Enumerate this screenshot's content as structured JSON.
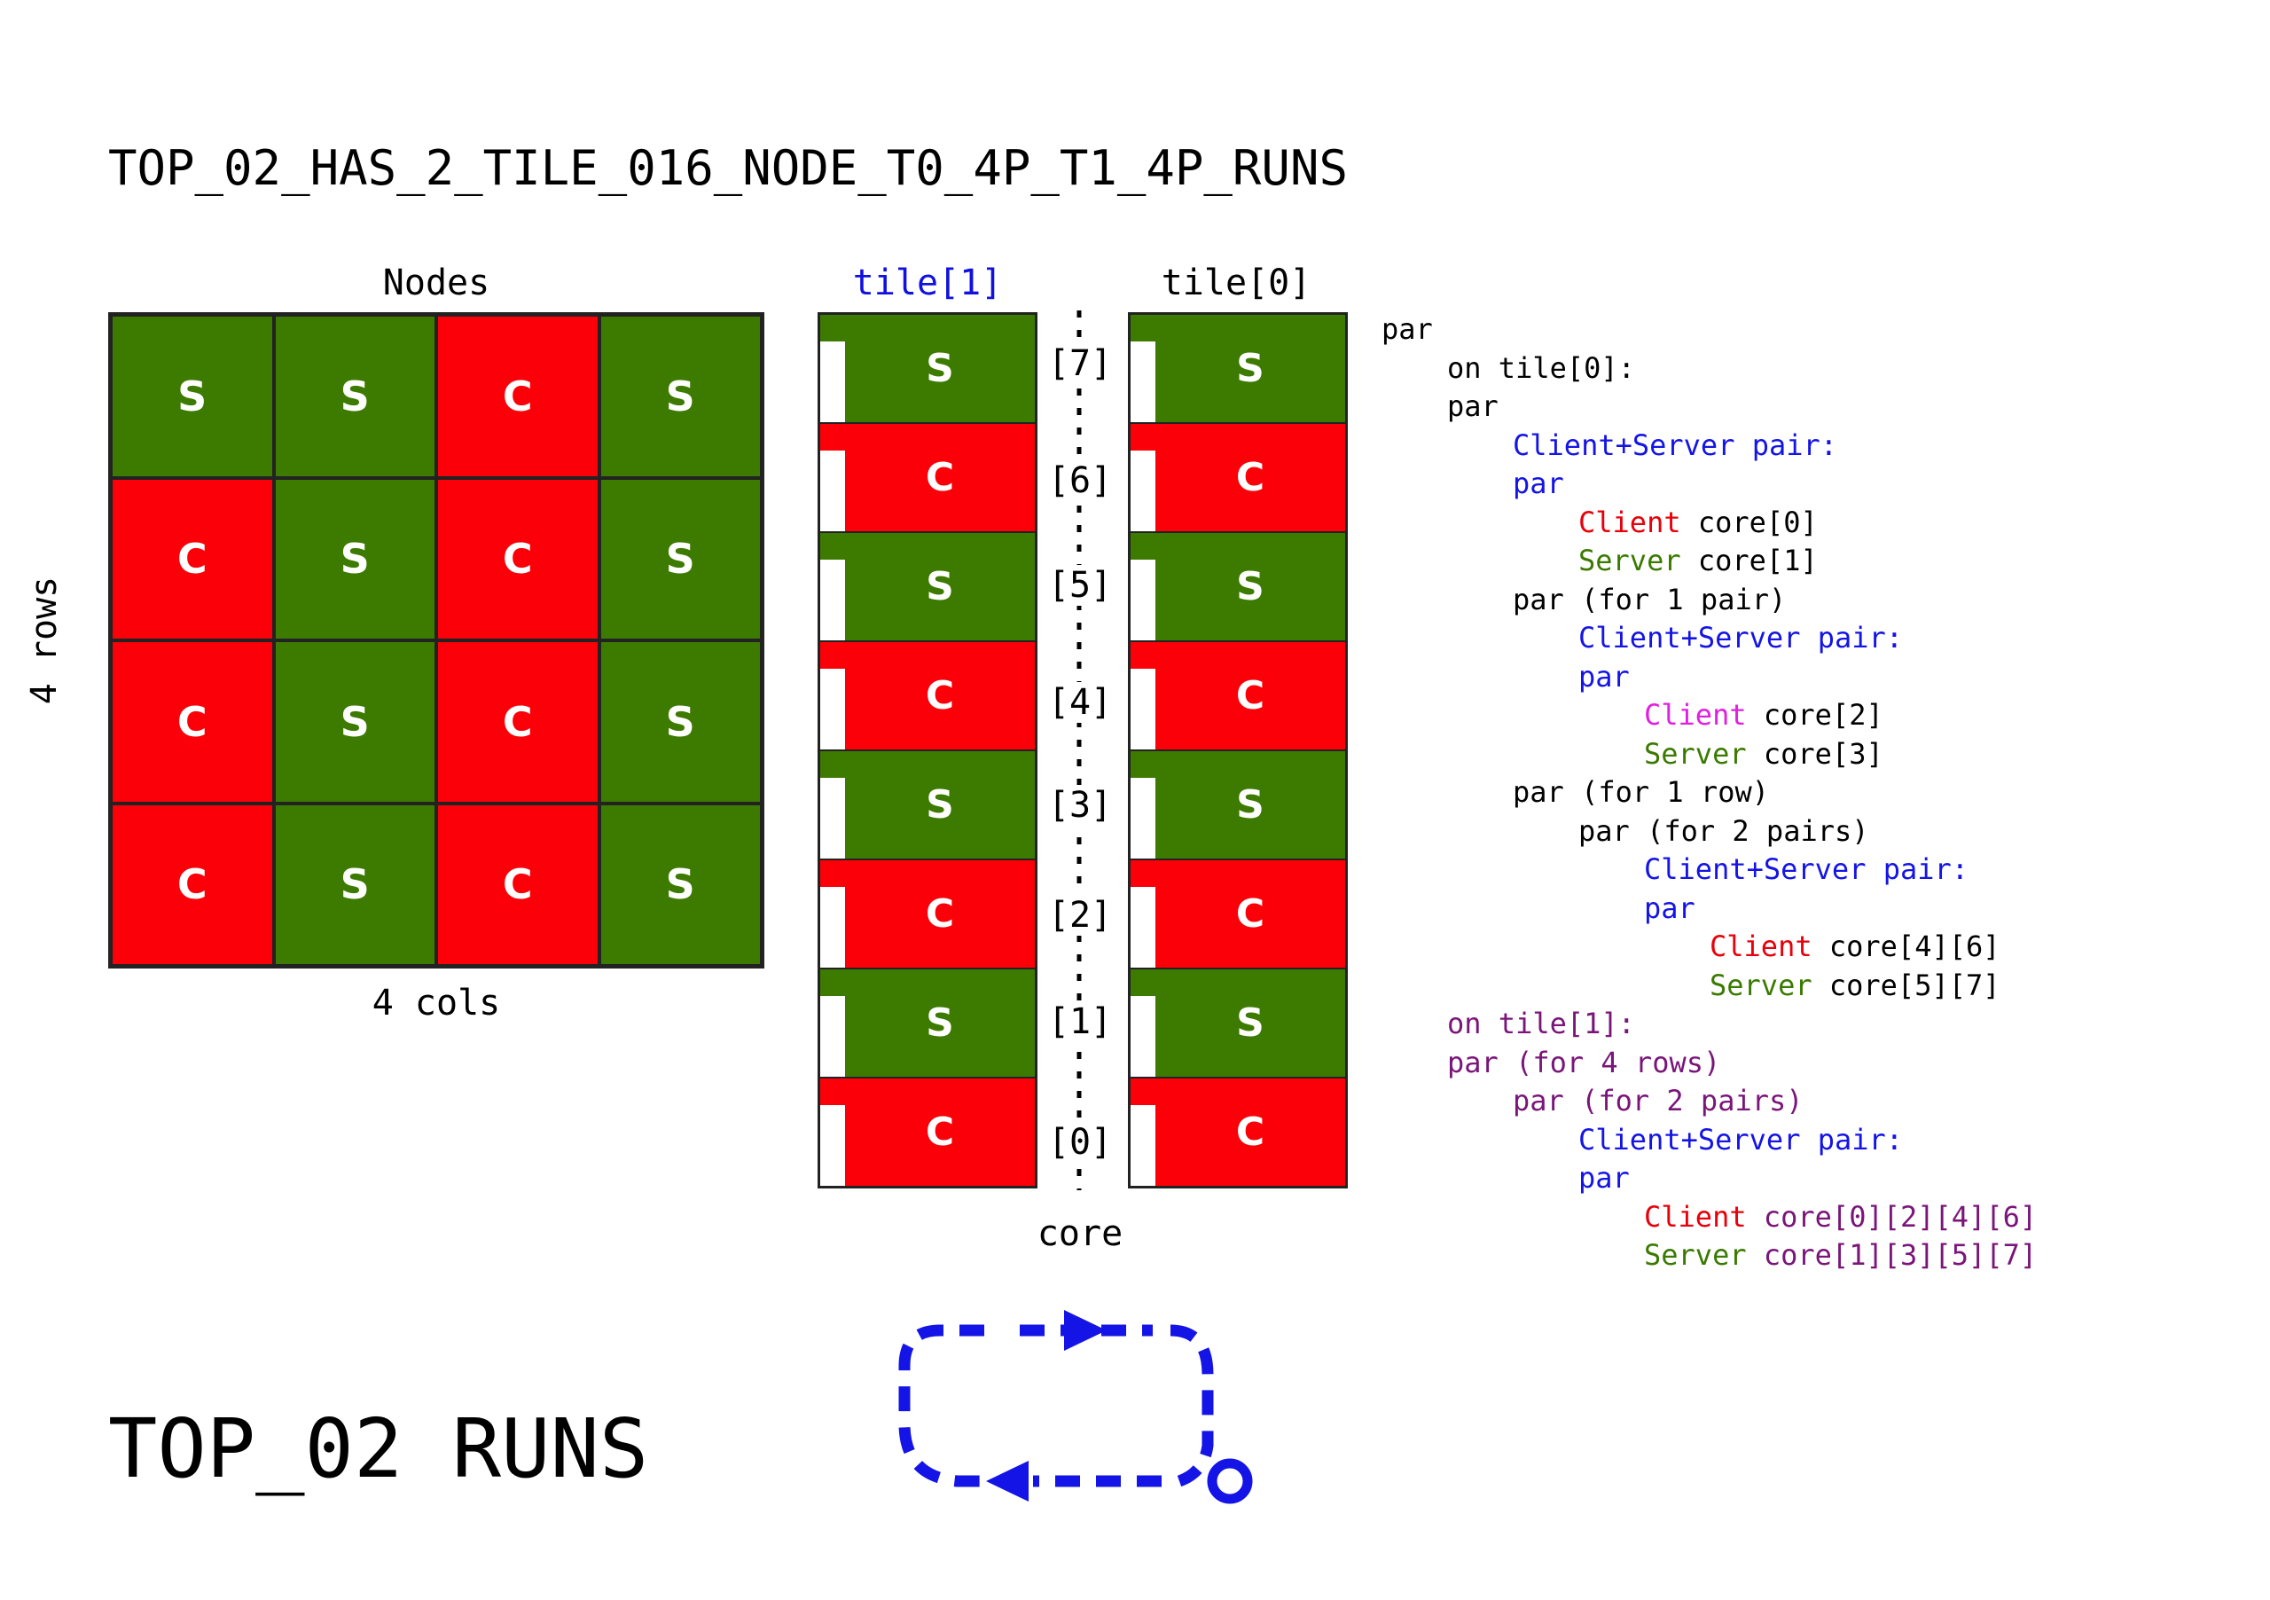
{
  "title": "TOP_02_HAS_2_TILE_016_NODE_T0_4P_T1_4P_RUNS",
  "footer_title": "TOP_02 RUNS",
  "colors": {
    "client": "#fb0008",
    "server": "#3d7b00",
    "tile1": "#1010e0",
    "blue": "#1414e6",
    "purple": "#7a157a",
    "magenta": "#e020e0",
    "code_red": "#e8000a",
    "code_green": "#3a7a00"
  },
  "nodes": {
    "label": "Nodes",
    "rows_label": "4 rows",
    "cols_label": "4 cols",
    "grid": [
      [
        "S",
        "S",
        "C",
        "S"
      ],
      [
        "C",
        "S",
        "C",
        "S"
      ],
      [
        "C",
        "S",
        "C",
        "S"
      ],
      [
        "C",
        "S",
        "C",
        "S"
      ]
    ]
  },
  "tiles": {
    "tile1_label": "tile[1]",
    "tile0_label": "tile[0]",
    "core_label": "core",
    "cores_top_to_bottom": [
      {
        "index": "[7]",
        "role": "S"
      },
      {
        "index": "[6]",
        "role": "C"
      },
      {
        "index": "[5]",
        "role": "S"
      },
      {
        "index": "[4]",
        "role": "C"
      },
      {
        "index": "[3]",
        "role": "S"
      },
      {
        "index": "[2]",
        "role": "C"
      },
      {
        "index": "[1]",
        "role": "S"
      },
      {
        "index": "[0]",
        "role": "C"
      }
    ]
  },
  "code": [
    {
      "indent": 0,
      "parts": [
        {
          "t": "par",
          "c": "black"
        }
      ]
    },
    {
      "indent": 1,
      "parts": [
        {
          "t": "on tile[0]:",
          "c": "black"
        }
      ]
    },
    {
      "indent": 1,
      "parts": [
        {
          "t": "par",
          "c": "black"
        }
      ]
    },
    {
      "indent": 2,
      "parts": [
        {
          "t": "Client+Server pair:",
          "c": "blue"
        }
      ]
    },
    {
      "indent": 2,
      "parts": [
        {
          "t": "par",
          "c": "blue"
        }
      ]
    },
    {
      "indent": 3,
      "parts": [
        {
          "t": "Client",
          "c": "red"
        },
        {
          "t": " core[0]",
          "c": "black"
        }
      ]
    },
    {
      "indent": 3,
      "parts": [
        {
          "t": "Server",
          "c": "green"
        },
        {
          "t": " core[1]",
          "c": "black"
        }
      ]
    },
    {
      "indent": 2,
      "parts": [
        {
          "t": "par (for 1 pair)",
          "c": "black"
        }
      ]
    },
    {
      "indent": 3,
      "parts": [
        {
          "t": "Client+Server pair:",
          "c": "blue"
        }
      ]
    },
    {
      "indent": 3,
      "parts": [
        {
          "t": "par",
          "c": "blue"
        }
      ]
    },
    {
      "indent": 4,
      "parts": [
        {
          "t": "Client",
          "c": "magenta"
        },
        {
          "t": " core[2]",
          "c": "black"
        }
      ]
    },
    {
      "indent": 4,
      "parts": [
        {
          "t": "Server",
          "c": "green"
        },
        {
          "t": " core[3]",
          "c": "black"
        }
      ]
    },
    {
      "indent": 2,
      "parts": [
        {
          "t": "par (for 1 row)",
          "c": "black"
        }
      ]
    },
    {
      "indent": 3,
      "parts": [
        {
          "t": "par (for 2 pairs)",
          "c": "black"
        }
      ]
    },
    {
      "indent": 4,
      "parts": [
        {
          "t": "Client+Server pair:",
          "c": "blue"
        }
      ]
    },
    {
      "indent": 4,
      "parts": [
        {
          "t": "par",
          "c": "blue"
        }
      ]
    },
    {
      "indent": 5,
      "parts": [
        {
          "t": "Client",
          "c": "red"
        },
        {
          "t": " core[4][6]",
          "c": "black"
        }
      ]
    },
    {
      "indent": 5,
      "parts": [
        {
          "t": "Server",
          "c": "green"
        },
        {
          "t": " core[5][7]",
          "c": "black"
        }
      ]
    },
    {
      "indent": 1,
      "parts": [
        {
          "t": "on tile[1]:",
          "c": "purple"
        }
      ]
    },
    {
      "indent": 1,
      "parts": [
        {
          "t": "par (for 4 rows)",
          "c": "purple"
        }
      ]
    },
    {
      "indent": 2,
      "parts": [
        {
          "t": "par (for 2 pairs)",
          "c": "purple"
        }
      ]
    },
    {
      "indent": 3,
      "parts": [
        {
          "t": "Client+Server pair:",
          "c": "blue"
        }
      ]
    },
    {
      "indent": 3,
      "parts": [
        {
          "t": "par",
          "c": "blue"
        }
      ]
    },
    {
      "indent": 4,
      "parts": [
        {
          "t": "Client",
          "c": "red"
        },
        {
          "t": " core[0][2][4][6]",
          "c": "purple"
        }
      ]
    },
    {
      "indent": 4,
      "parts": [
        {
          "t": "Server",
          "c": "green"
        },
        {
          "t": " core[1][3][5][7]",
          "c": "purple"
        }
      ]
    }
  ]
}
